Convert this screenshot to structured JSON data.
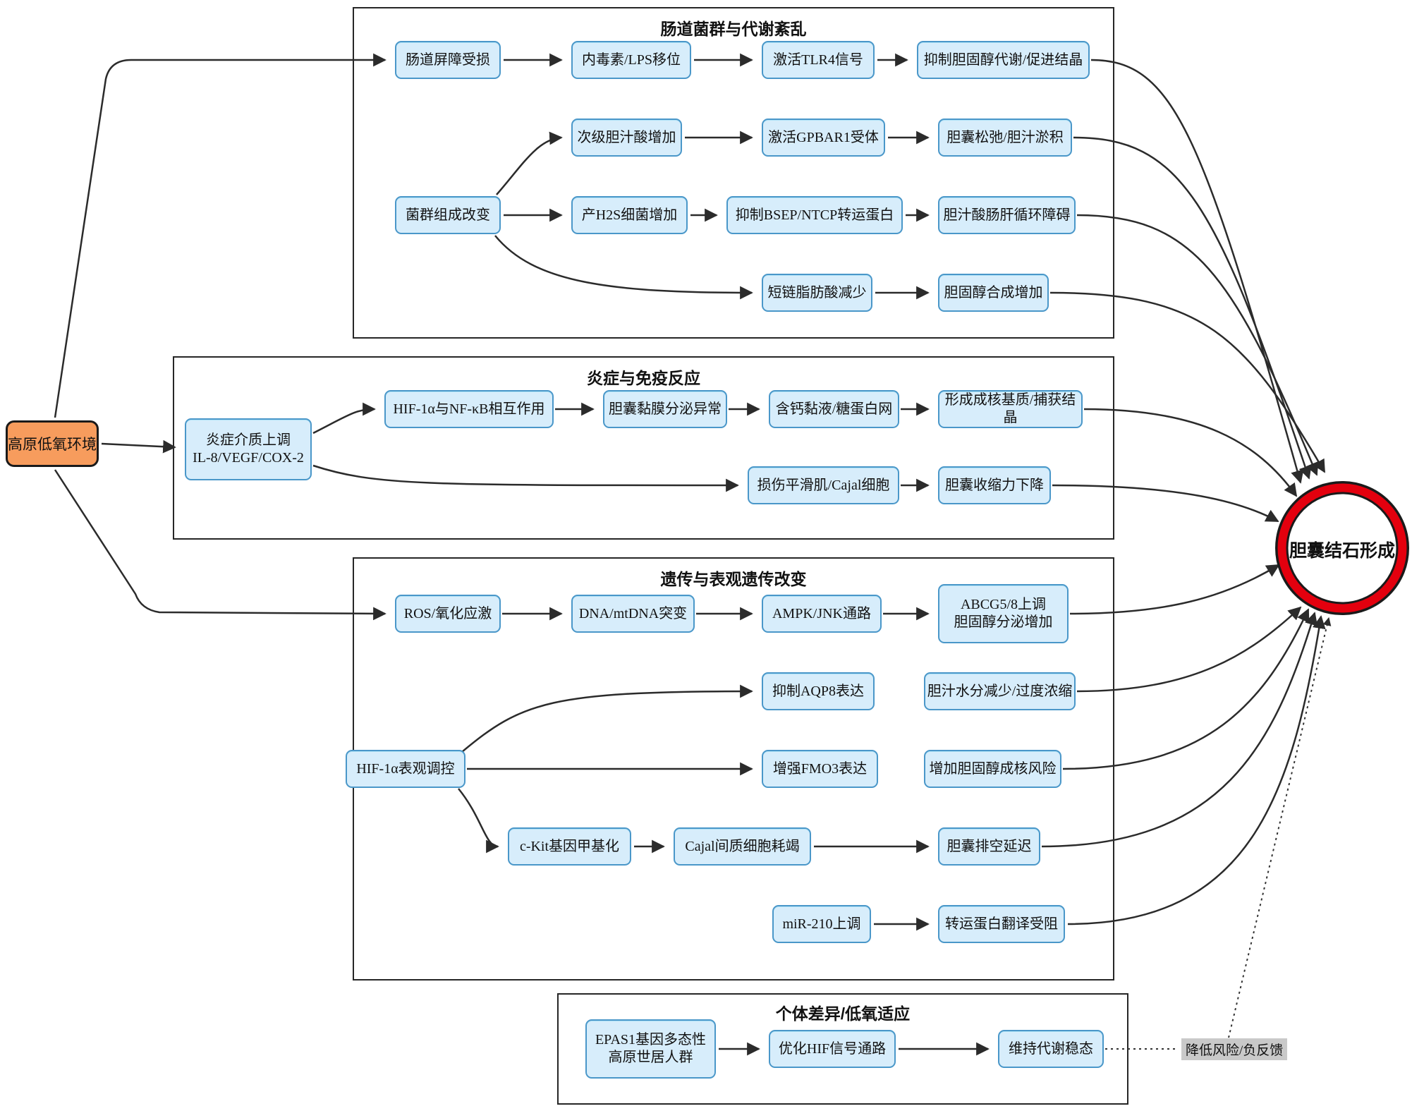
{
  "colors": {
    "node_fill": "#d7edfb",
    "node_border": "#4a97c9",
    "source_fill": "#f79c5d",
    "ring_red": "#e3000e",
    "label_bg": "#c9c9c9",
    "line": "#2b2b2b"
  },
  "source": {
    "label": "高原低氧环境"
  },
  "target": {
    "label": "胆囊结石形成"
  },
  "feedback": {
    "label": "降低风险/负反馈"
  },
  "sections": [
    {
      "title": "肠道菌群与代谢紊乱",
      "nodes": [
        "肠道屏障受损",
        "内毒素/LPS移位",
        "激活TLR4信号",
        "抑制胆固醇代谢/促进结晶",
        "次级胆汁酸增加",
        "激活GPBAR1受体",
        "胆囊松弛/胆汁淤积",
        "菌群组成改变",
        "产H2S细菌增加",
        "抑制BSEP/NTCP转运蛋白",
        "胆汁酸肠肝循环障碍",
        "短链脂肪酸减少",
        "胆固醇合成增加"
      ]
    },
    {
      "title": "炎症与免疫反应",
      "nodes": [
        "炎症介质上调\nIL-8/VEGF/COX-2",
        "HIF-1α与NF-κB相互作用",
        "胆囊黏膜分泌异常",
        "含钙黏液/糖蛋白网",
        "形成成核基质/捕获结晶",
        "损伤平滑肌/Cajal细胞",
        "胆囊收缩力下降"
      ]
    },
    {
      "title": "遗传与表观遗传改变",
      "nodes": [
        "ROS/氧化应激",
        "DNA/mtDNA突变",
        "AMPK/JNK通路",
        "ABCG5/8上调\n胆固醇分泌增加",
        "抑制AQP8表达",
        "胆汁水分减少/过度浓缩",
        "HIF-1α表观调控",
        "增强FMO3表达",
        "增加胆固醇成核风险",
        "c-Kit基因甲基化",
        "Cajal间质细胞耗竭",
        "胆囊排空延迟",
        "miR-210上调",
        "转运蛋白翻译受阻"
      ]
    },
    {
      "title": "个体差异/低氧适应",
      "nodes": [
        "EPAS1基因多态性\n高原世居人群",
        "优化HIF信号通路",
        "维持代谢稳态"
      ]
    }
  ]
}
